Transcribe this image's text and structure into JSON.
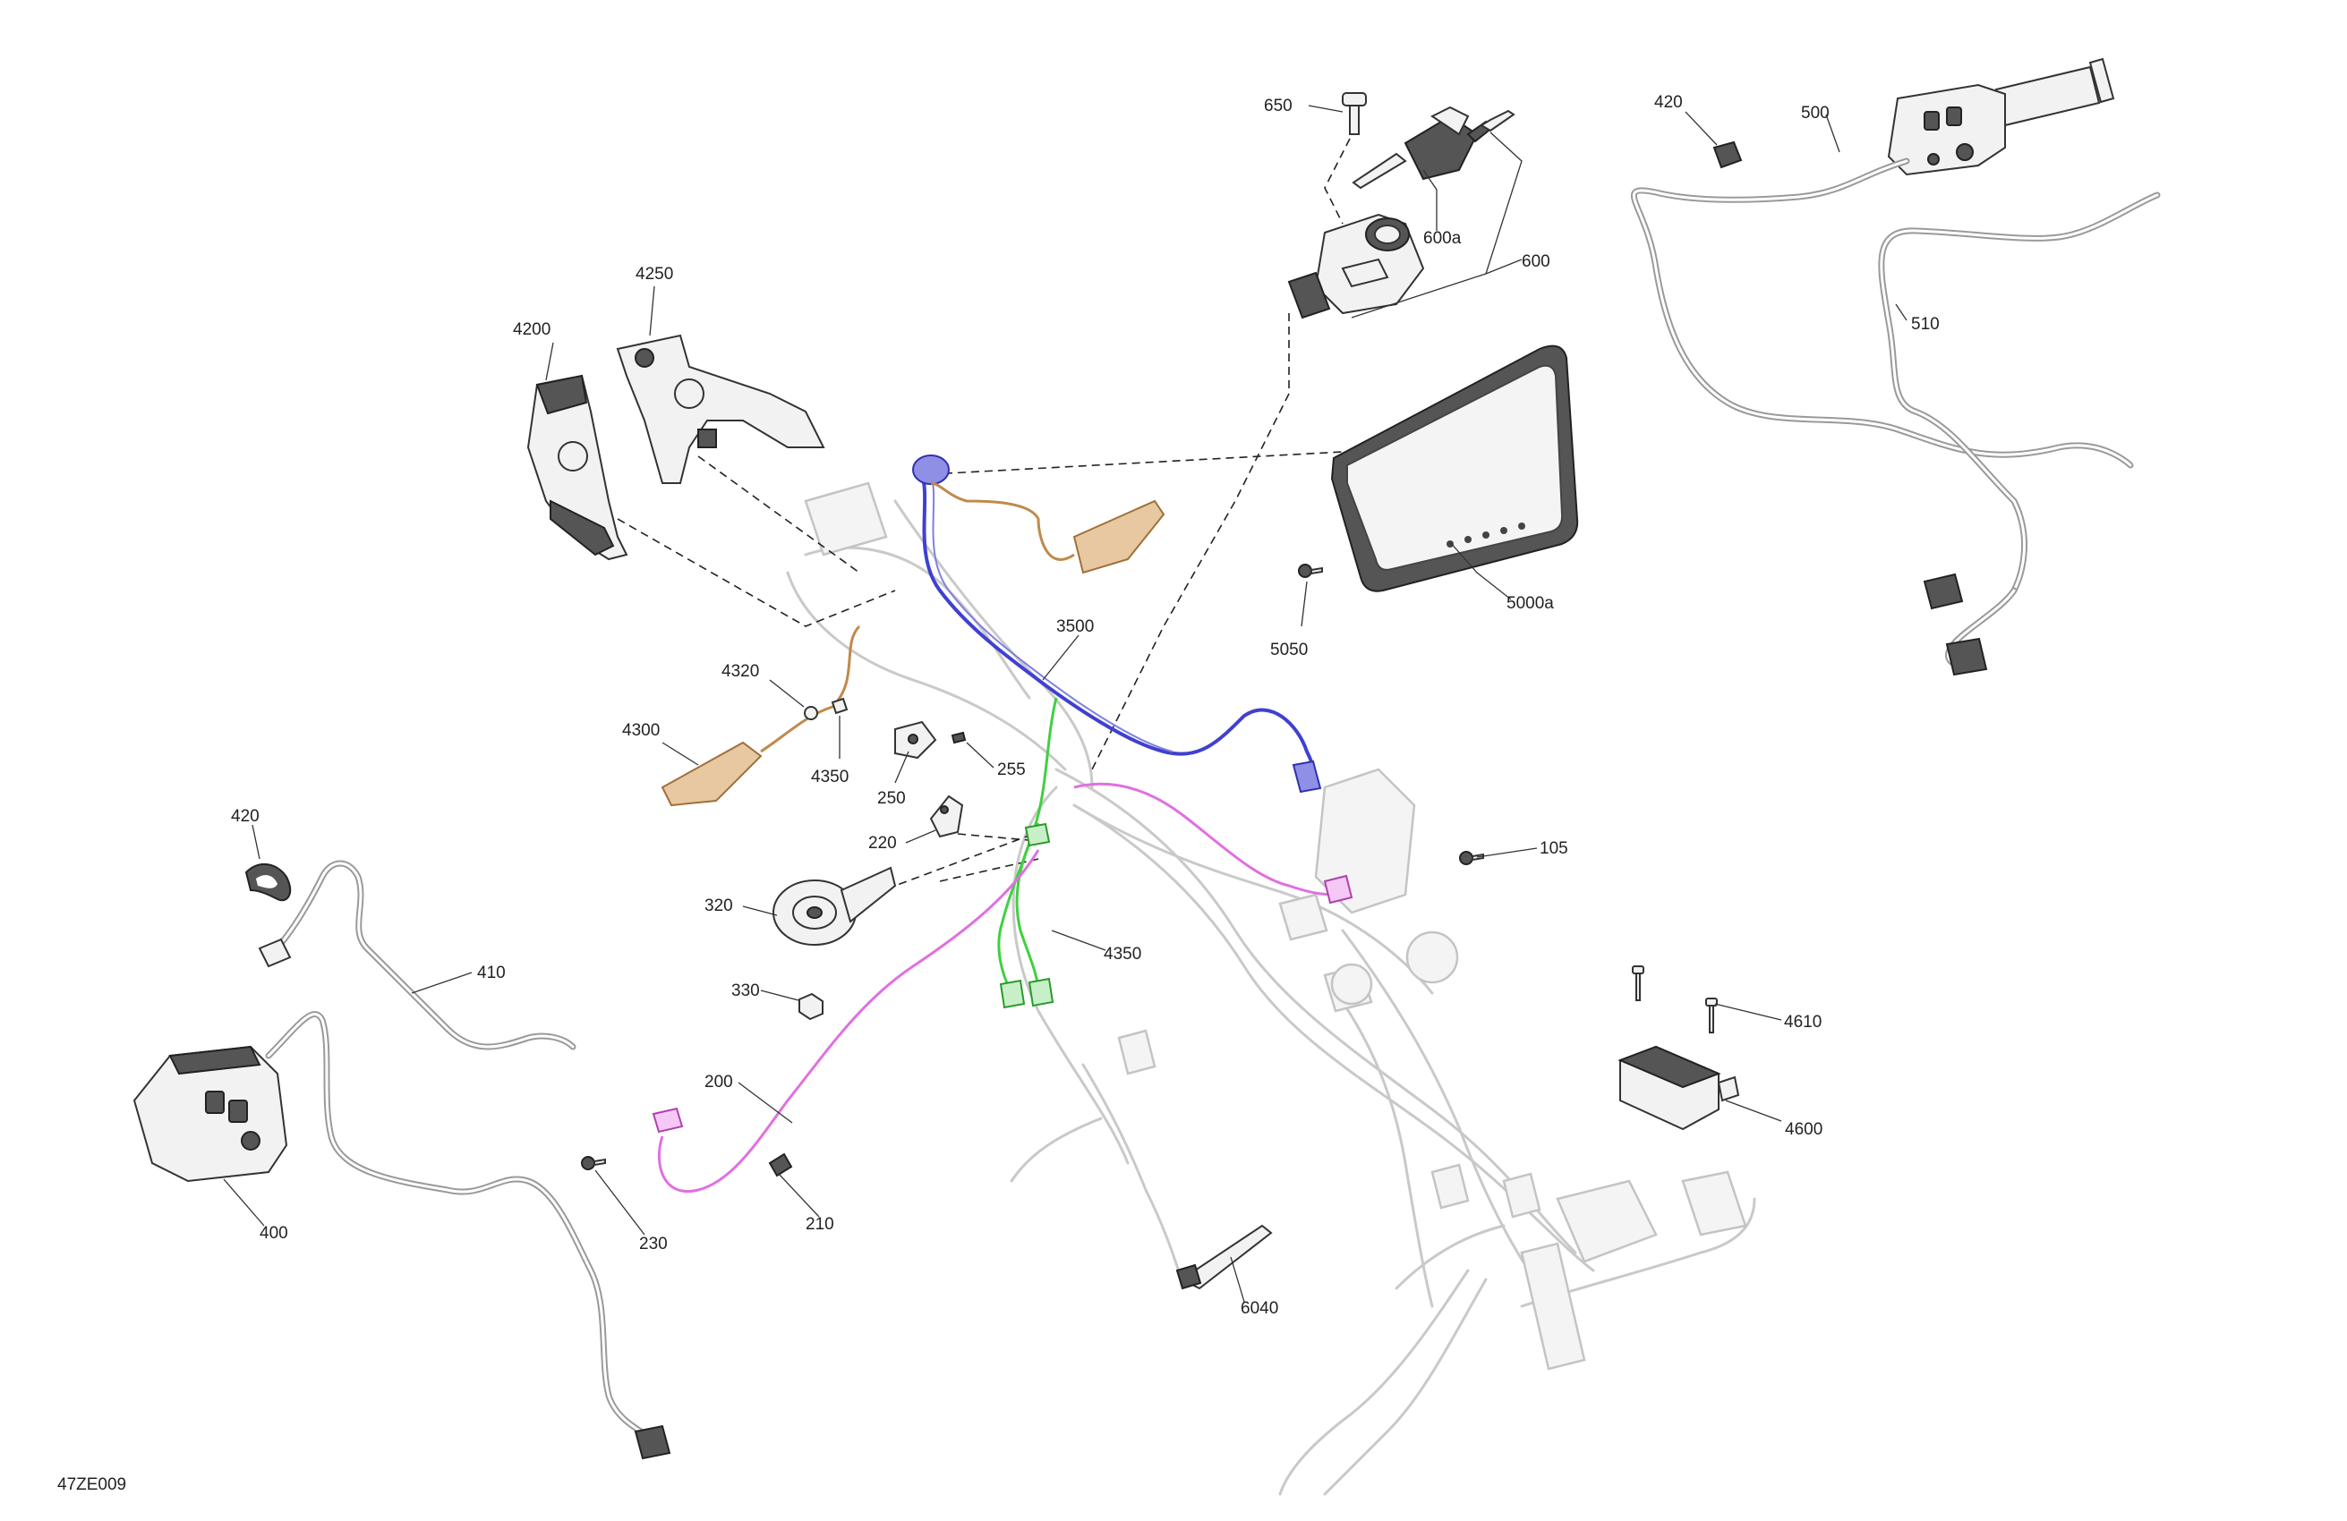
{
  "figure_code": "47ZE009",
  "colors": {
    "harness_3500": "#4040d0",
    "harness_200": "#e070e0",
    "harness_4350": "#40d040",
    "turn_signal": "#c08a4a",
    "ghost_harness": "#c9c9c9",
    "line": "#222222"
  },
  "labels": [
    {
      "id": "650",
      "text": "650"
    },
    {
      "id": "600a",
      "text": "600a"
    },
    {
      "id": "600",
      "text": "600"
    },
    {
      "id": "420-top",
      "text": "420"
    },
    {
      "id": "500",
      "text": "500"
    },
    {
      "id": "510",
      "text": "510"
    },
    {
      "id": "4250",
      "text": "4250"
    },
    {
      "id": "4200",
      "text": "4200"
    },
    {
      "id": "3500",
      "text": "3500"
    },
    {
      "id": "5000a",
      "text": "5000a"
    },
    {
      "id": "5050",
      "text": "5050"
    },
    {
      "id": "4320",
      "text": "4320"
    },
    {
      "id": "4300",
      "text": "4300"
    },
    {
      "id": "4350-top",
      "text": "4350"
    },
    {
      "id": "250",
      "text": "250"
    },
    {
      "id": "255",
      "text": "255"
    },
    {
      "id": "220",
      "text": "220"
    },
    {
      "id": "105",
      "text": "105"
    },
    {
      "id": "420-left",
      "text": "420"
    },
    {
      "id": "320",
      "text": "320"
    },
    {
      "id": "4350-mid",
      "text": "4350"
    },
    {
      "id": "410",
      "text": "410"
    },
    {
      "id": "330",
      "text": "330"
    },
    {
      "id": "4610",
      "text": "4610"
    },
    {
      "id": "200",
      "text": "200"
    },
    {
      "id": "4600",
      "text": "4600"
    },
    {
      "id": "400",
      "text": "400"
    },
    {
      "id": "210",
      "text": "210"
    },
    {
      "id": "230",
      "text": "230"
    },
    {
      "id": "6040",
      "text": "6040"
    }
  ]
}
